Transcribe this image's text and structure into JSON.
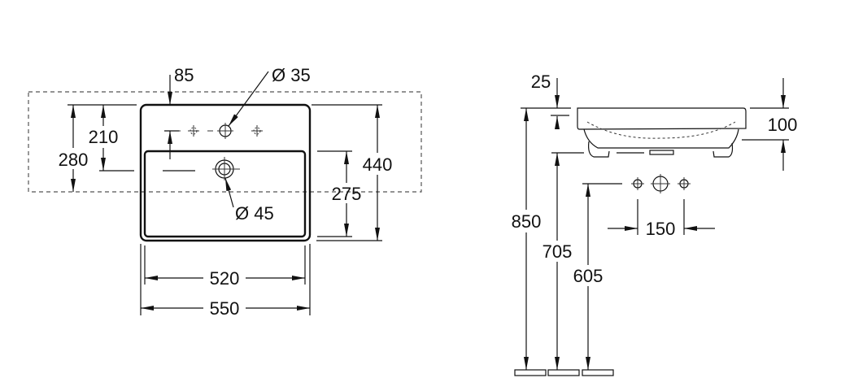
{
  "top_view": {
    "dim_tap_offset": "85",
    "dim_tap_hole": "Ø 35",
    "dim_overflow": "Ø 45",
    "dim_210": "210",
    "dim_280": "280",
    "dim_440": "440",
    "dim_275": "275",
    "dim_520": "520",
    "dim_550": "550"
  },
  "side_view": {
    "dim_25": "25",
    "dim_100": "100",
    "dim_150": "150",
    "dim_850": "850",
    "dim_705": "705",
    "dim_605": "605"
  }
}
